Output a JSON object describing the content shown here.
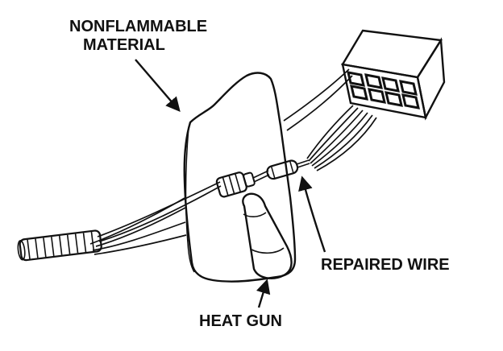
{
  "figure": {
    "labels": {
      "nonflammable_material_line1": "NONFLAMMABLE",
      "nonflammable_material_line2": "MATERIAL",
      "repaired_wire": "REPAIRED WIRE",
      "heat_gun": "HEAT GUN"
    },
    "colors": {
      "ink": "#111111",
      "background": "#ffffff"
    }
  }
}
